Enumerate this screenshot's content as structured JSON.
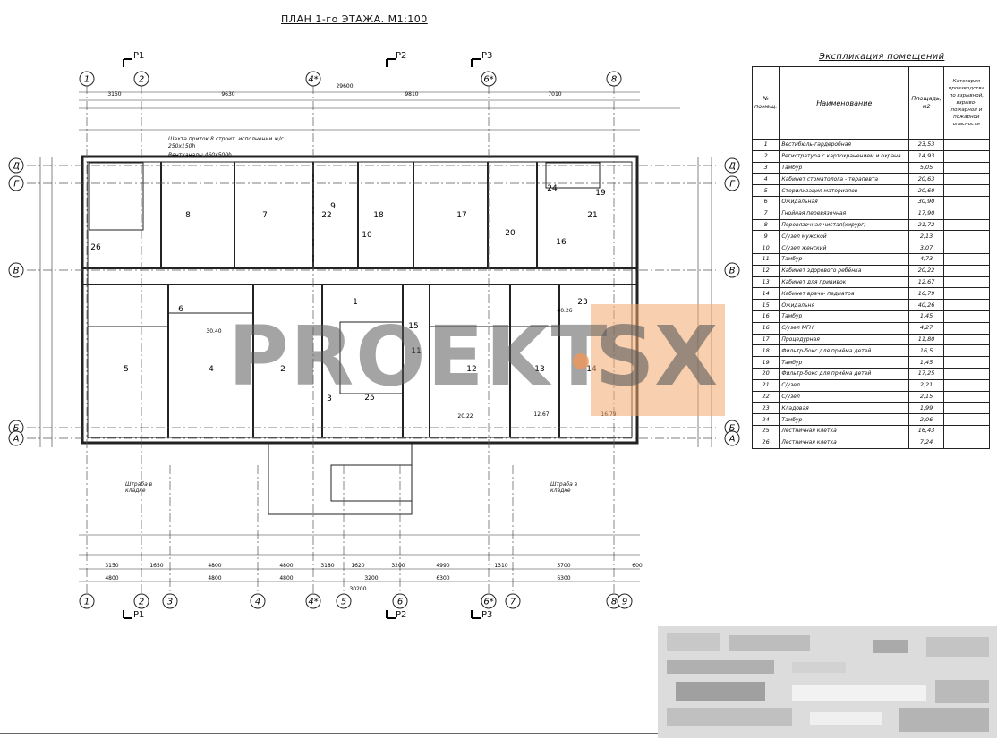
{
  "plan_title": "ПЛАН 1-го ЭТАЖА. М1:100",
  "section_labels": [
    "Р1",
    "Р2",
    "Р3"
  ],
  "axis_labels_top": [
    "1",
    "2",
    "4*",
    "6*",
    "8"
  ],
  "axis_labels_bottom": [
    "1",
    "2",
    "3",
    "4",
    "4*",
    "5",
    "6",
    "6*",
    "7",
    "8",
    "9"
  ],
  "axis_labels_left": [
    "Д",
    "Г",
    "В",
    "Б",
    "А"
  ],
  "dims_top": [
    "3150",
    "9630",
    "9810",
    "7010",
    "29600"
  ],
  "dims_bottom": [
    "3150",
    "1650",
    "4800",
    "4800",
    "3180",
    "1620",
    "3200",
    "4990",
    "1310",
    "5700",
    "600",
    "30200"
  ],
  "dims_bottom_row2": [
    "4800",
    "4800",
    "4800",
    "3200",
    "6300",
    "6300"
  ],
  "note_shaft": "Шахта приток 8 строит. исполнении ж/с 250х150h",
  "note_vent": "Вентканалы 460х500h",
  "note_niche_left": "Штраба в кладке",
  "note_niche_right": "Штраба в кладке",
  "room_numbers": [
    "1",
    "2",
    "3",
    "4",
    "5",
    "6",
    "7",
    "8",
    "9",
    "10",
    "11",
    "12",
    "13",
    "14",
    "15",
    "16",
    "17",
    "18",
    "19",
    "20",
    "21",
    "22",
    "23",
    "24",
    "25",
    "26"
  ],
  "room_areas": [
    "30.40",
    "40.26",
    "20.22",
    "12.67",
    "16.79"
  ],
  "explication": {
    "title": "Экспликация помещений",
    "headers": {
      "num": "№ помещ.",
      "name": "Наименование",
      "area": "Площадь, м2",
      "category": "Категория производства по взрывной, взрыво-пожарной и пожарной опасности"
    },
    "rows": [
      {
        "n": "1",
        "name": "Вестибюль-гардеробная",
        "area": "23,53"
      },
      {
        "n": "2",
        "name": "Регистратура с картохранением и охрана",
        "area": "14,93"
      },
      {
        "n": "3",
        "name": "Тамбур",
        "area": "5,05"
      },
      {
        "n": "4",
        "name": "Кабинет стоматолога - терапевта",
        "area": "20,63"
      },
      {
        "n": "5",
        "name": "Стерилизация материалов",
        "area": "20,60"
      },
      {
        "n": "6",
        "name": "Ожидальная",
        "area": "30,90"
      },
      {
        "n": "7",
        "name": "Гнойная перевязочная",
        "area": "17,90"
      },
      {
        "n": "8",
        "name": "Перевязочная чистая(хирург)",
        "area": "21,72"
      },
      {
        "n": "9",
        "name": "С/узел мужской",
        "area": "2,13"
      },
      {
        "n": "10",
        "name": "С/узел женский",
        "area": "3,07"
      },
      {
        "n": "11",
        "name": "Тамбур",
        "area": "4,73"
      },
      {
        "n": "12",
        "name": "Кабинет здорового ребёнка",
        "area": "20,22"
      },
      {
        "n": "13",
        "name": "Кабинет для прививок",
        "area": "12,67"
      },
      {
        "n": "14",
        "name": "Кабинет врача- педиатра",
        "area": "16,79"
      },
      {
        "n": "15",
        "name": "Ожидальня",
        "area": "40,26"
      },
      {
        "n": "16",
        "name": "Тамбур",
        "area": "1,45"
      },
      {
        "n": "16",
        "name": "С/узел МГН",
        "area": "4,27"
      },
      {
        "n": "17",
        "name": "Процедурная",
        "area": "11,80"
      },
      {
        "n": "18",
        "name": "Фильтр-бокс для приёма детей",
        "area": "16,5"
      },
      {
        "n": "19",
        "name": "Тамбур",
        "area": "1,45"
      },
      {
        "n": "20",
        "name": "Фильтр-бокс для приёма детей",
        "area": "17,25"
      },
      {
        "n": "21",
        "name": "С/узел",
        "area": "2,21"
      },
      {
        "n": "22",
        "name": "С/узел",
        "area": "2,15"
      },
      {
        "n": "23",
        "name": "Кладовая",
        "area": "1,99"
      },
      {
        "n": "24",
        "name": "Тамбур",
        "area": "2,06"
      },
      {
        "n": "25",
        "name": "Лестничная клетка",
        "area": "16,43"
      },
      {
        "n": "26",
        "name": "Лестничная клетка",
        "area": "7,24"
      }
    ]
  },
  "watermark": {
    "left": "PROEKT",
    "right": "SX",
    "accent": "#f0a060"
  }
}
